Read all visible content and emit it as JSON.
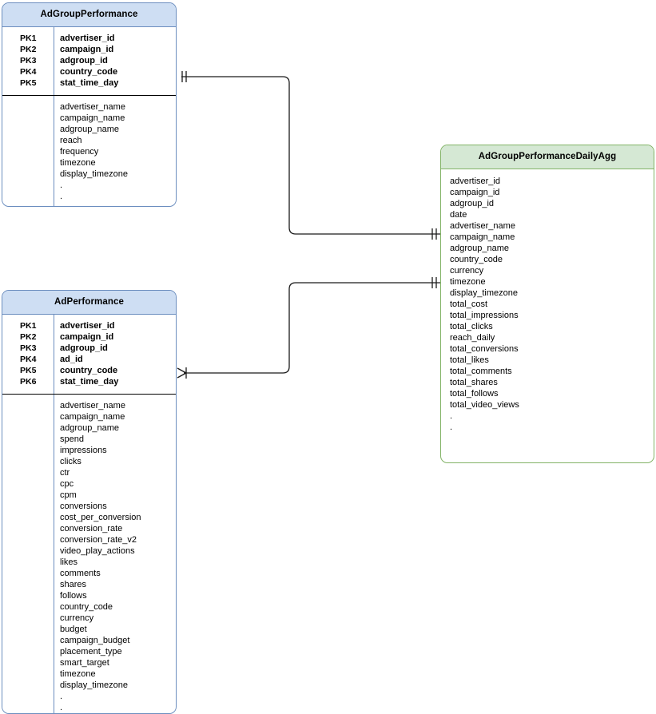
{
  "diagram": {
    "type": "entity-relationship-diagram",
    "background_color": "#ffffff",
    "entity_blue_fill": "#cedef3",
    "entity_blue_border": "#6c8ebf",
    "entity_green_fill": "#d5e8d4",
    "entity_green_border": "#82b366",
    "connector_color": "#1a1a1a"
  },
  "entities": [
    {
      "id": "adgroup_performance",
      "title": "AdGroupPerformance",
      "color": "blue",
      "keys": [
        {
          "pk": "PK1",
          "name": "advertiser_id"
        },
        {
          "pk": "PK2",
          "name": "campaign_id"
        },
        {
          "pk": "PK3",
          "name": "adgroup_id"
        },
        {
          "pk": "PK4",
          "name": "country_code"
        },
        {
          "pk": "PK5",
          "name": "stat_time_day"
        }
      ],
      "attributes": [
        "advertiser_name",
        "campaign_name",
        "adgroup_name",
        "reach",
        "frequency",
        "timezone",
        "display_timezone",
        ".",
        "."
      ]
    },
    {
      "id": "ad_performance",
      "title": "AdPerformance",
      "color": "blue",
      "keys": [
        {
          "pk": "PK1",
          "name": "advertiser_id"
        },
        {
          "pk": "PK2",
          "name": "campaign_id"
        },
        {
          "pk": "PK3",
          "name": "adgroup_id"
        },
        {
          "pk": "PK4",
          "name": "ad_id"
        },
        {
          "pk": "PK5",
          "name": "country_code"
        },
        {
          "pk": "PK6",
          "name": "stat_time_day"
        }
      ],
      "attributes": [
        "advertiser_name",
        "campaign_name",
        "adgroup_name",
        "spend",
        "impressions",
        "clicks",
        "ctr",
        "cpc",
        "cpm",
        "conversions",
        "cost_per_conversion",
        "conversion_rate",
        "conversion_rate_v2",
        "video_play_actions",
        "likes",
        "comments",
        "shares",
        "follows",
        "country_code",
        "currency",
        "budget",
        "campaign_budget",
        "placement_type",
        "smart_target",
        "timezone",
        "display_timezone",
        ".",
        "."
      ]
    },
    {
      "id": "adgroup_performance_daily_agg",
      "title": "AdGroupPerformanceDailyAgg",
      "color": "green",
      "fields": [
        "advertiser_id",
        "campaign_id",
        "adgroup_id",
        "date",
        "advertiser_name",
        "campaign_name",
        "adgroup_name",
        "country_code",
        "currency",
        "timezone",
        "display_timezone",
        "total_cost",
        "total_impressions",
        "total_clicks",
        "reach_daily",
        "total_conversions",
        "total_likes",
        "total_comments",
        "total_shares",
        "total_follows",
        "total_video_views",
        ".",
        "."
      ]
    }
  ],
  "relationships": [
    {
      "id": "rel-adgroupperf-to-dailyagg",
      "from": "adgroup_performance",
      "to": "adgroup_performance_daily_agg",
      "from_cardinality": "one",
      "to_cardinality": "one",
      "from_notation": "||",
      "to_notation": "||"
    },
    {
      "id": "rel-adperf-to-dailyagg",
      "from": "ad_performance",
      "to": "adgroup_performance_daily_agg",
      "from_cardinality": "many",
      "to_cardinality": "one",
      "from_notation": "crows-foot",
      "to_notation": "||"
    }
  ]
}
